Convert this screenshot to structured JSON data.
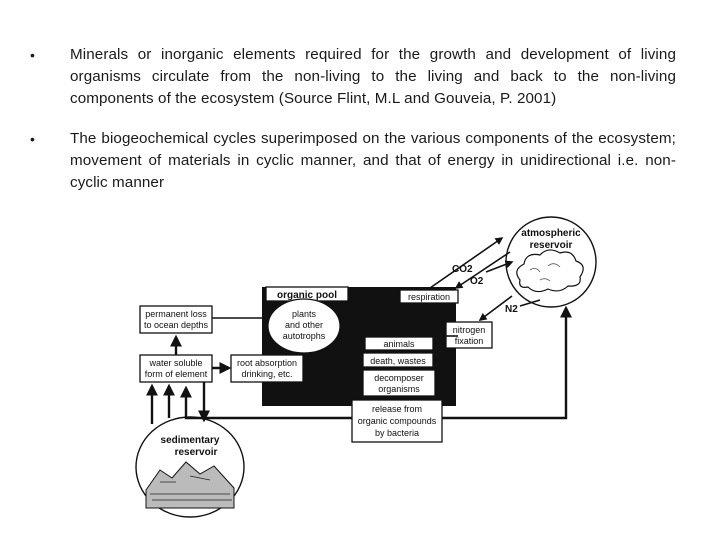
{
  "bullets": [
    {
      "marker": "•",
      "text": "Minerals or inorganic elements required for the growth and development of living organisms circulate from the non-living to the living and back to the non-living components of the ecosystem (Source Flint, M.L and Gouveia, P. 2001)"
    },
    {
      "marker": "•",
      "text": "The biogeochemical cycles superimposed on the various components of the ecosystem; movement of materials in cyclic manner, and that of energy in unidirectional i.e. non-cyclic manner"
    }
  ],
  "diagram": {
    "atmospheric_reservoir": [
      "atmospheric",
      "reservoir"
    ],
    "co2": "CO2",
    "o2": "O2",
    "n2": "N2",
    "organic_pool": "organic pool",
    "respiration": "respiration",
    "plants": [
      "plants",
      "and other",
      "autotrophs"
    ],
    "nitrogen_fixation": [
      "nitrogen",
      "fixation"
    ],
    "animals": "animals",
    "death_wastes": "death, wastes",
    "decomposer": [
      "decomposer",
      "organisms"
    ],
    "release": [
      "release from",
      "organic compounds",
      "by bacteria"
    ],
    "permanent_loss": [
      "permanent loss",
      "to ocean depths"
    ],
    "water_soluble": [
      "water soluble",
      "form of element"
    ],
    "root_absorption": [
      "root absorption",
      "drinking, etc."
    ],
    "sedimentary_reservoir": [
      "sedimentary",
      "reservoir"
    ]
  }
}
